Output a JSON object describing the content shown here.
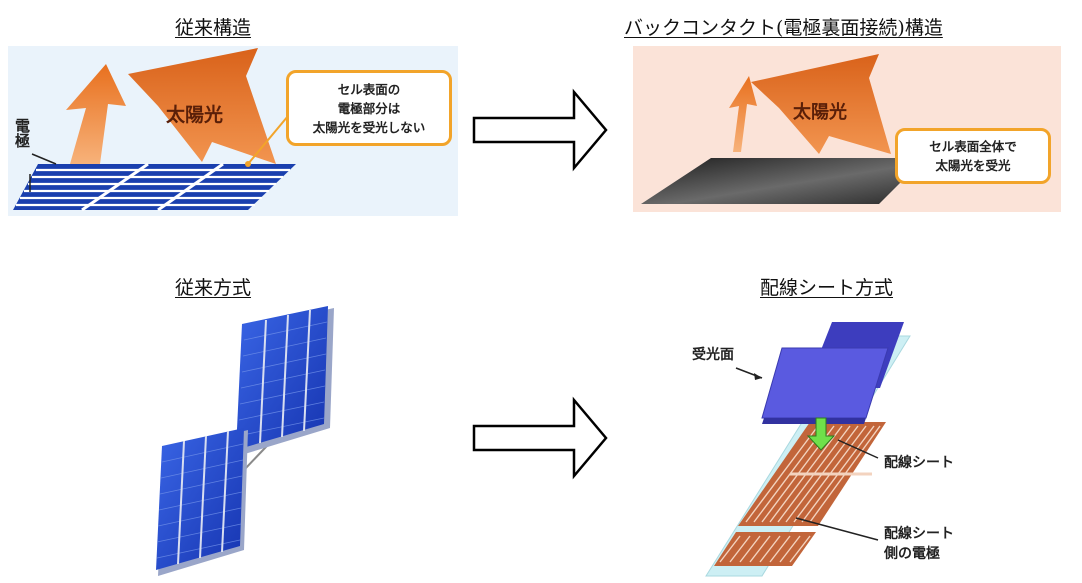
{
  "headings": {
    "conventional_structure": "従来構造",
    "back_contact_structure": "バックコンタクト(電極裏面接続)構造",
    "conventional_method": "従来方式",
    "wiring_sheet_method": "配線シート方式"
  },
  "panel_conventional": {
    "sunlight_label": "太陽光",
    "electrode_label": "電極",
    "callout_lines": [
      "セル表面の",
      "電極部分は",
      "太陽光を受光しない"
    ]
  },
  "panel_back_contact": {
    "sunlight_label": "太陽光",
    "callout_lines": [
      "セル表面全体で",
      "太陽光を受光"
    ]
  },
  "panel_wiring_sheet": {
    "light_receiving_surface_label": "受光面",
    "wiring_sheet_label": "配線シート",
    "sheet_electrode_label_lines": [
      "配線シート",
      "側の電極"
    ]
  },
  "colors": {
    "sun_orange": "#e8701e",
    "callout_border": "#f2a42a",
    "cell_blue": "#2244cc",
    "wiring_copper": "#b8562e",
    "sheet_cyan": "#cdeff4",
    "receiving_face": "#5a5ae0"
  }
}
